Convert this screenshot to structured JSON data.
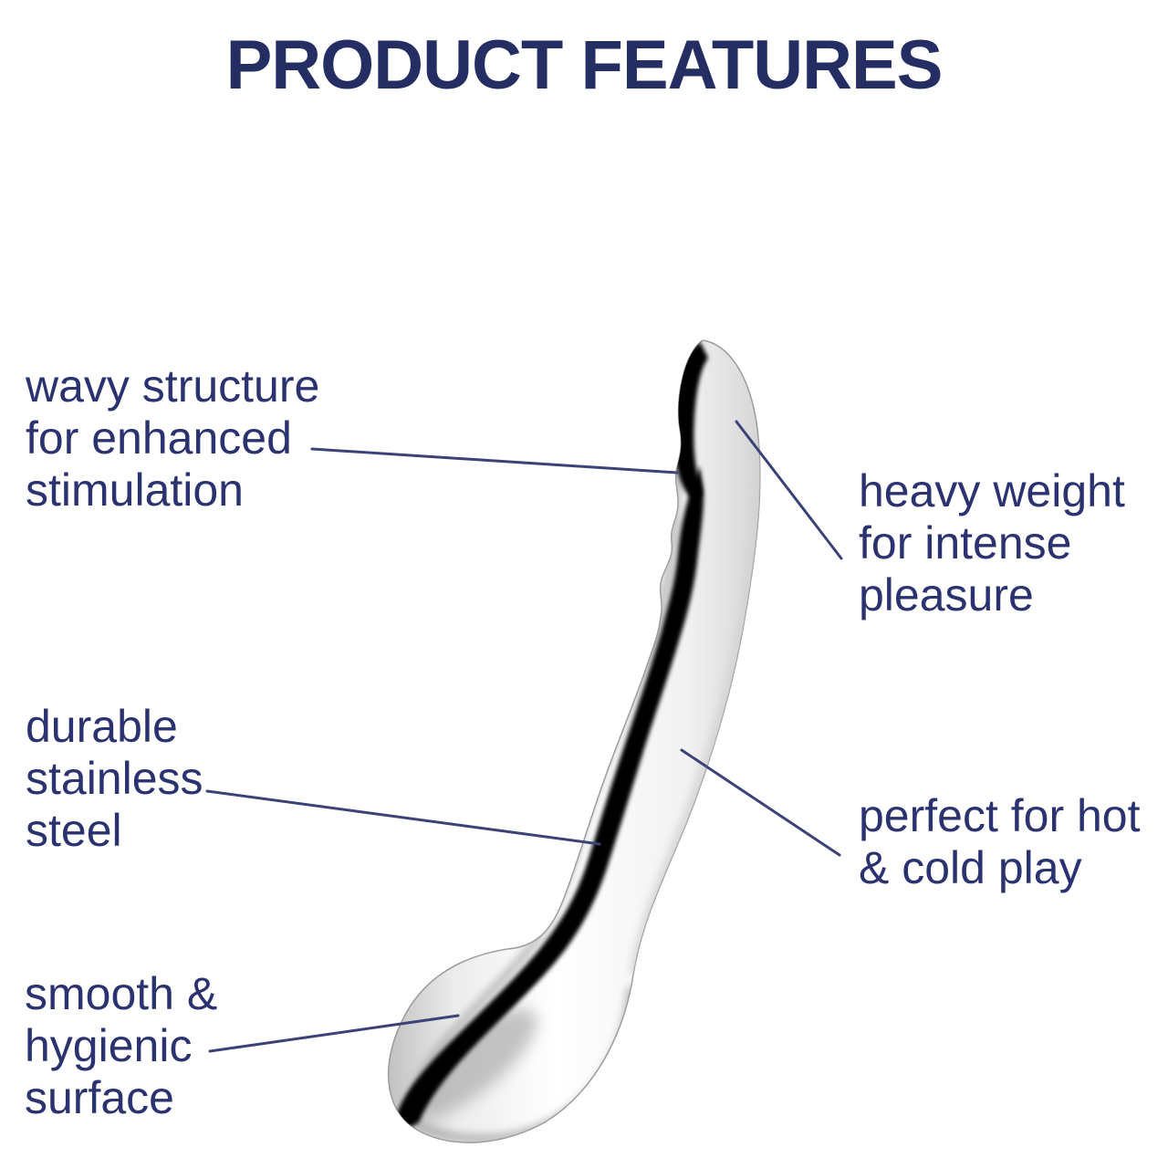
{
  "title": "PRODUCT FEATURES",
  "callouts": [
    {
      "id": "wavy-structure",
      "text": "wavy structure\nfor enhanced\nstimulation"
    },
    {
      "id": "heavy-weight",
      "text": "heavy weight\nfor intense\npleasure"
    },
    {
      "id": "durable-stainless-steel",
      "text": "durable\nstainless\nsteel"
    },
    {
      "id": "perfect-hot-cold",
      "text": "perfect for hot\n& cold play"
    },
    {
      "id": "smooth-hygienic-surface",
      "text": "smooth &\nhygienic\nsurface"
    }
  ],
  "colors": {
    "background": "#ffffff",
    "heading_text": "#252e63",
    "callout_text": "#2b3270",
    "connector_line": "#3b4277",
    "chrome_highlight": "#ffffff",
    "chrome_midtone": "#c9c9c9",
    "chrome_shadow": "#050505"
  }
}
